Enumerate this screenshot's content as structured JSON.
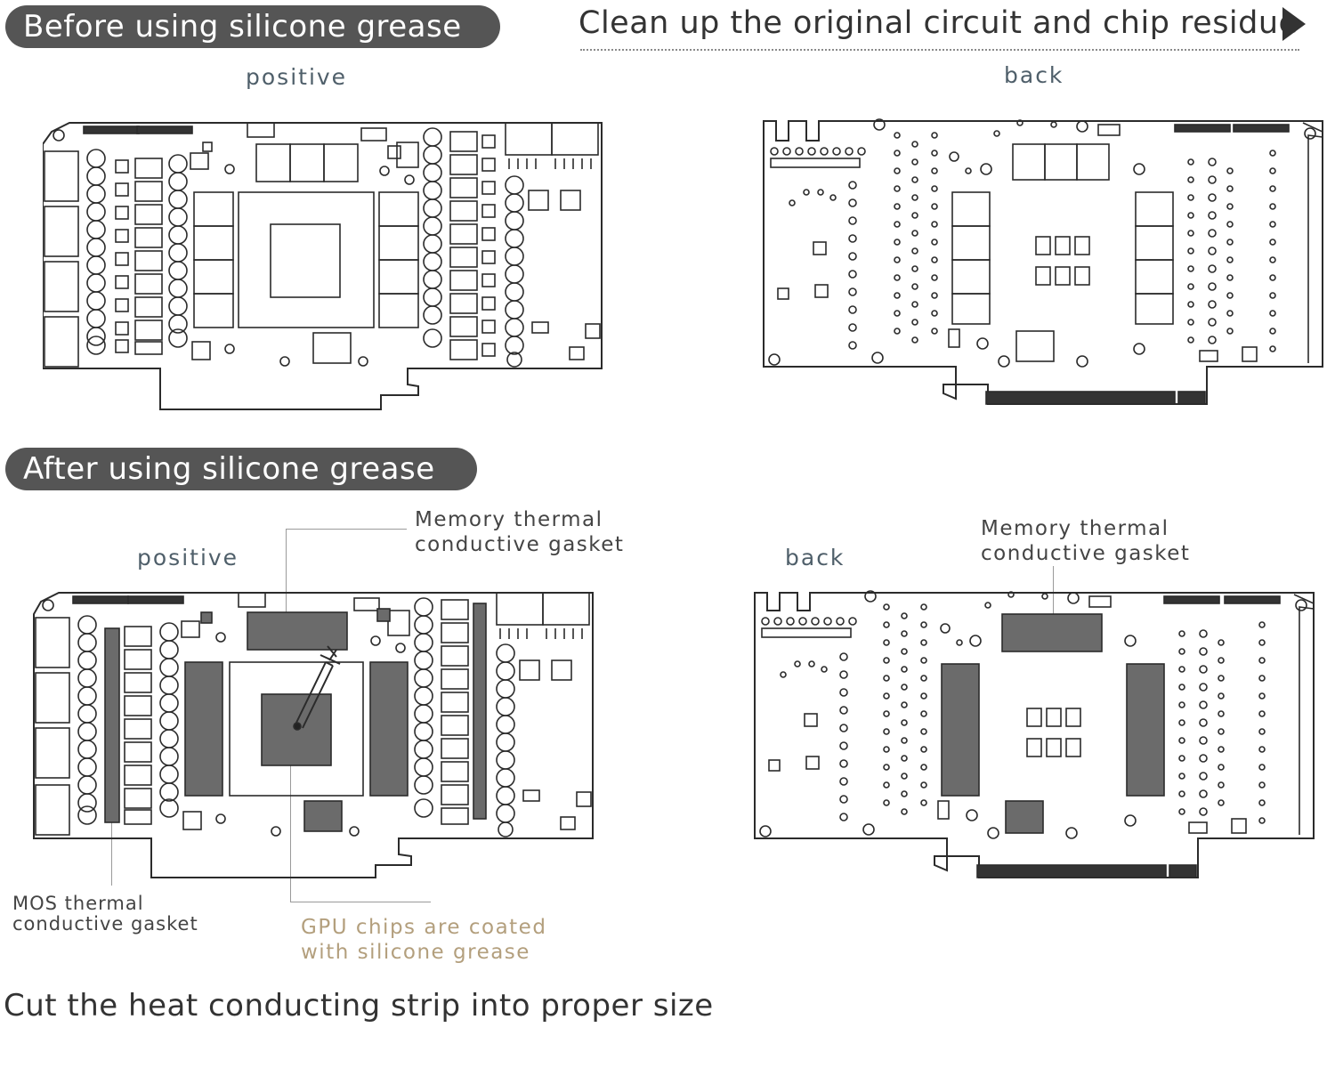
{
  "sections": {
    "before": {
      "banner": "Before using silicone grease",
      "step_text": "Clean up the original circuit and chip residue",
      "front_label": "positive",
      "back_label": "back"
    },
    "after": {
      "banner": "After using silicone grease",
      "front_label": "positive",
      "back_label": "back",
      "callouts": {
        "memory_front": [
          "Memory thermal",
          "conductive gasket"
        ],
        "memory_back": [
          "Memory thermal",
          "conductive gasket"
        ],
        "mos": [
          "MOS thermal",
          "conductive gasket"
        ],
        "gpu": [
          "GPU chips are coated",
          "with silicone grease"
        ]
      }
    },
    "footer_text": "Cut the heat conducting strip into proper size"
  },
  "colors": {
    "banner_bg": "#555555",
    "pad_fill": "#6b6b6b",
    "outline": "#2b2b2b",
    "gpu_note": "#b39f7d"
  }
}
